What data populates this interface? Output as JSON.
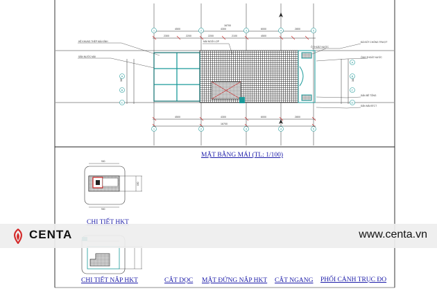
{
  "titles": {
    "roof_plan": "MẶT BẰNG MÁI (TL: 1/100)",
    "detail_hkt": "CHI TIẾT HKT",
    "detail_cover": "CHI TIẾT NẮP HKT",
    "section_longitudinal": "CẮT DỌC",
    "cover_elevation": "MẶT ĐỨNG NẮP HKT",
    "section_transverse": "CẮT NGANG",
    "perspective": "PHỐI CẢNH TRỤC ĐO"
  },
  "brand": {
    "name": "CENTA",
    "url": "www.centa.vn",
    "accent": "#d42a2a"
  },
  "colors": {
    "frame": "#202020",
    "grid_line": "#2f2f2f",
    "axis_bubble": "#1f9a9a",
    "wall": "#1a9a9a",
    "red_dim": "#c82020",
    "title": "#1a1aa8",
    "hatch": "#333333"
  }
}
